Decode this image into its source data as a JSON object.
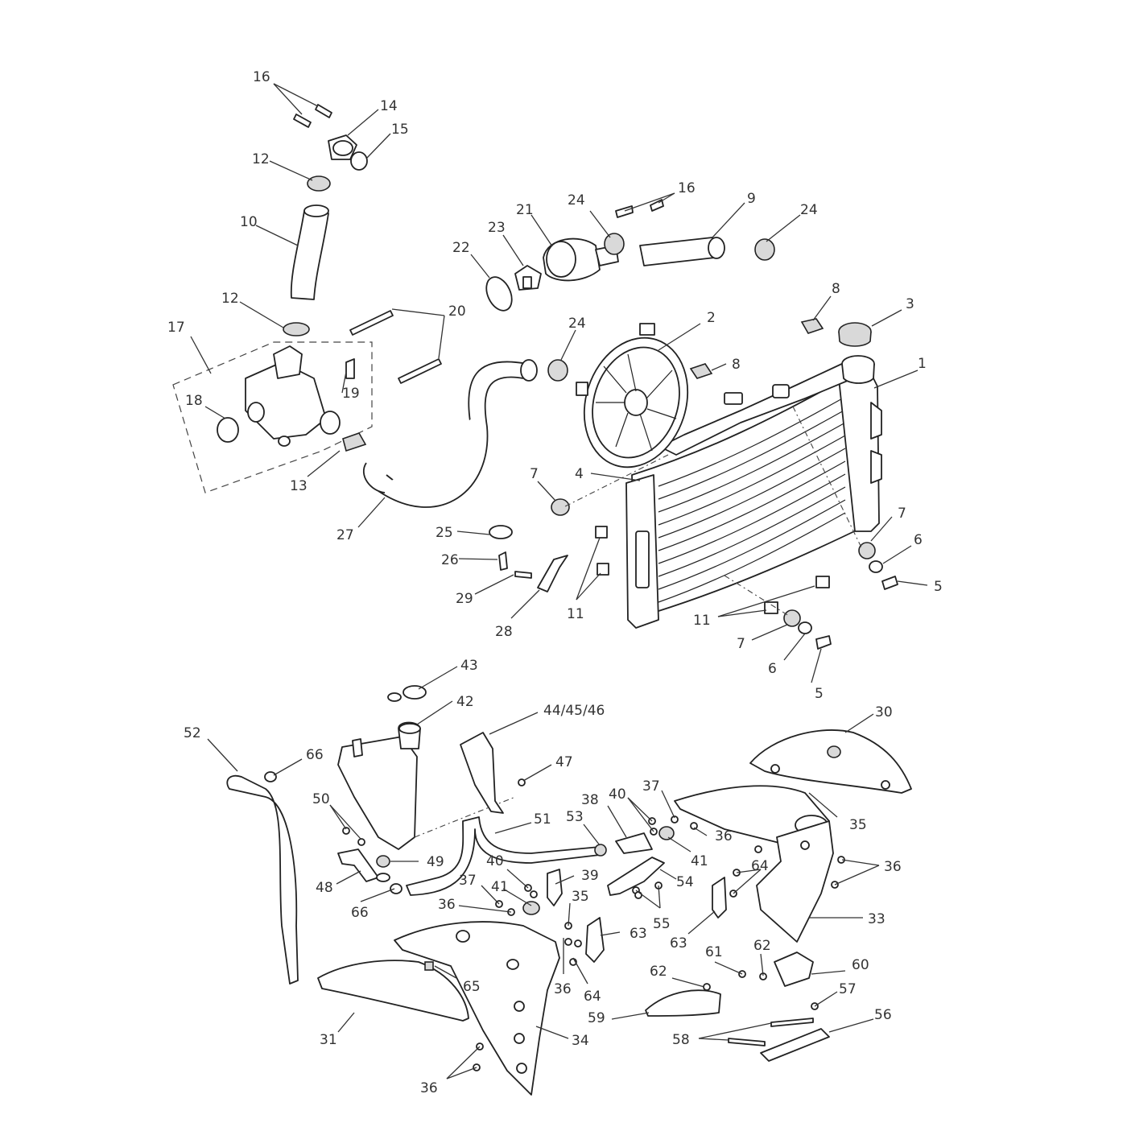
{
  "diagram": {
    "callouts": {
      "c1": "1",
      "c2": "2",
      "c3": "3",
      "c4": "4",
      "c5a": "5",
      "c5b": "5",
      "c6a": "6",
      "c6b": "6",
      "c7a": "7",
      "c7b": "7",
      "c7c": "7",
      "c8a": "8",
      "c8b": "8",
      "c9": "9",
      "c10": "10",
      "c11a": "11",
      "c11b": "11",
      "c12a": "12",
      "c12b": "12",
      "c13": "13",
      "c14": "14",
      "c15": "15",
      "c16a": "16",
      "c16b": "16",
      "c17": "17",
      "c18": "18",
      "c19": "19",
      "c20": "20",
      "c21": "21",
      "c22": "22",
      "c23": "23",
      "c24a": "24",
      "c24b": "24",
      "c24c": "24",
      "c25": "25",
      "c26": "26",
      "c27": "27",
      "c28": "28",
      "c29": "29",
      "c30": "30",
      "c31": "31",
      "c33": "33",
      "c34": "34",
      "c35a": "35",
      "c35b": "35",
      "c36a": "36",
      "c36b": "36",
      "c36c": "36",
      "c36d": "36",
      "c36e": "36",
      "c37a": "37",
      "c37b": "37",
      "c38": "38",
      "c39": "39",
      "c40a": "40",
      "c40b": "40",
      "c41a": "41",
      "c41b": "41",
      "c42": "42",
      "c43": "43",
      "c4446": "44/45/46",
      "c47": "47",
      "c48": "48",
      "c49": "49",
      "c50": "50",
      "c51": "51",
      "c52": "52",
      "c53": "53",
      "c54": "54",
      "c55": "55",
      "c56": "56",
      "c57": "57",
      "c58": "58",
      "c59": "59",
      "c60": "60",
      "c61": "61",
      "c62a": "62",
      "c62b": "62",
      "c63a": "63",
      "c63b": "63",
      "c64a": "64",
      "c64b": "64",
      "c65": "65",
      "c66a": "66",
      "c66b": "66"
    }
  }
}
